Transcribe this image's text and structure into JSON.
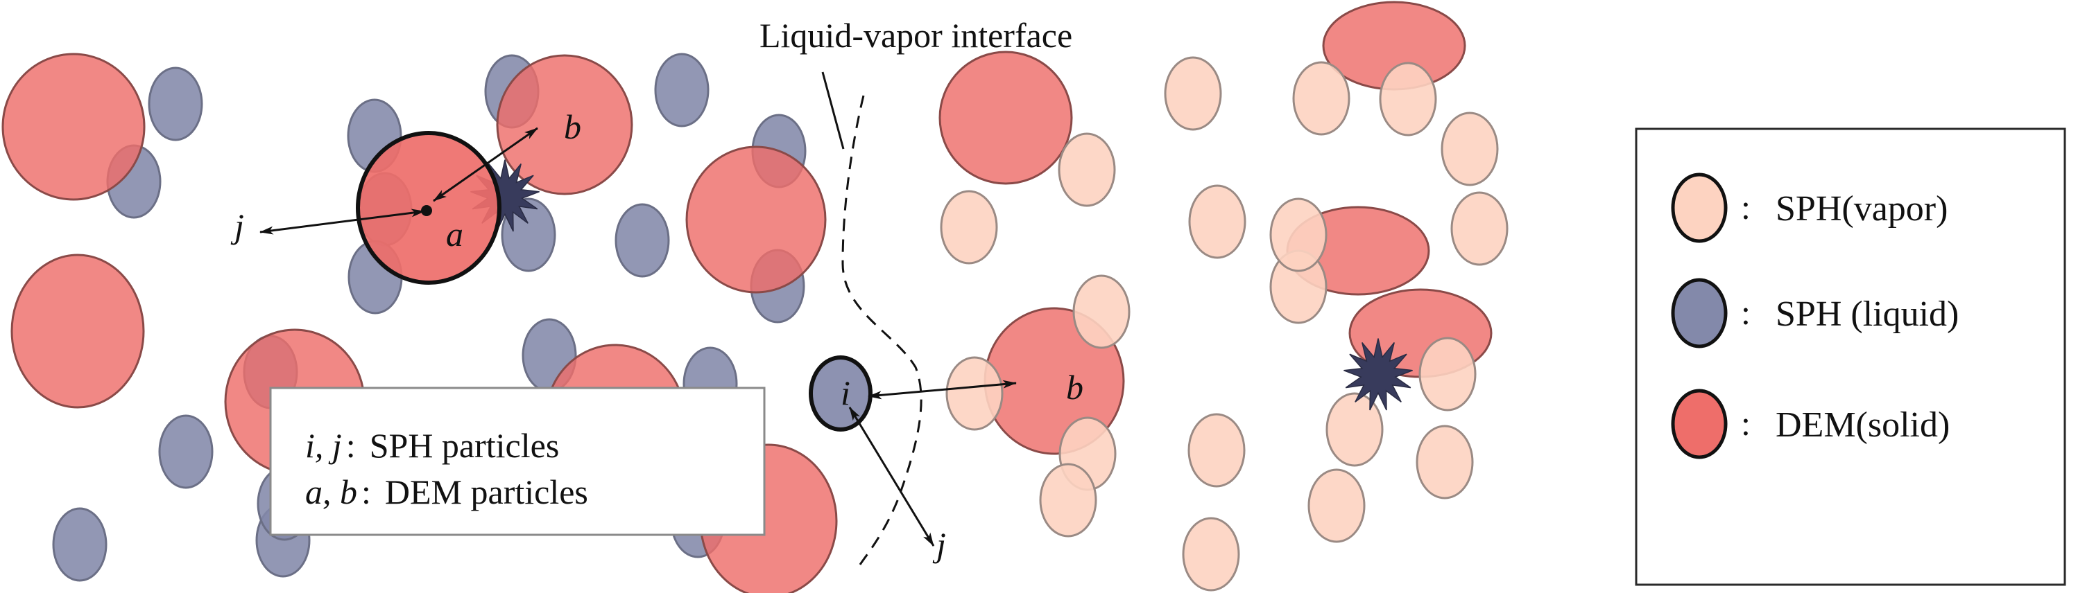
{
  "colors": {
    "vapor_fill": "#fdd3c1",
    "vapor_stroke": "#9a8a84",
    "liquid_fill": "#8389aa",
    "liquid_stroke": "#6b6f86",
    "solid_fill": "#ee6e6a",
    "solid_stroke": "#8a4a48",
    "contact_star": "#383b5c",
    "text": "#111111",
    "box_border": "#2a2a2a"
  },
  "interface_label": "Liquid-vapor interface",
  "annotations": {
    "left_j": "j",
    "left_a": "a",
    "left_b": "b",
    "center_i": "i",
    "center_j": "j",
    "center_b": "b"
  },
  "key_box": {
    "rows": [
      {
        "symbols": "i, j",
        "sep": ":",
        "text": "SPH particles"
      },
      {
        "symbols": "a, b",
        "sep": ":",
        "text": "DEM particles"
      }
    ]
  },
  "legend": {
    "items": [
      {
        "type": "vapor",
        "sep": ":",
        "label": "SPH(vapor)"
      },
      {
        "type": "liquid",
        "sep": ":",
        "label": "SPH (liquid)"
      },
      {
        "type": "solid",
        "sep": ":",
        "label": "DEM(solid)"
      }
    ]
  }
}
